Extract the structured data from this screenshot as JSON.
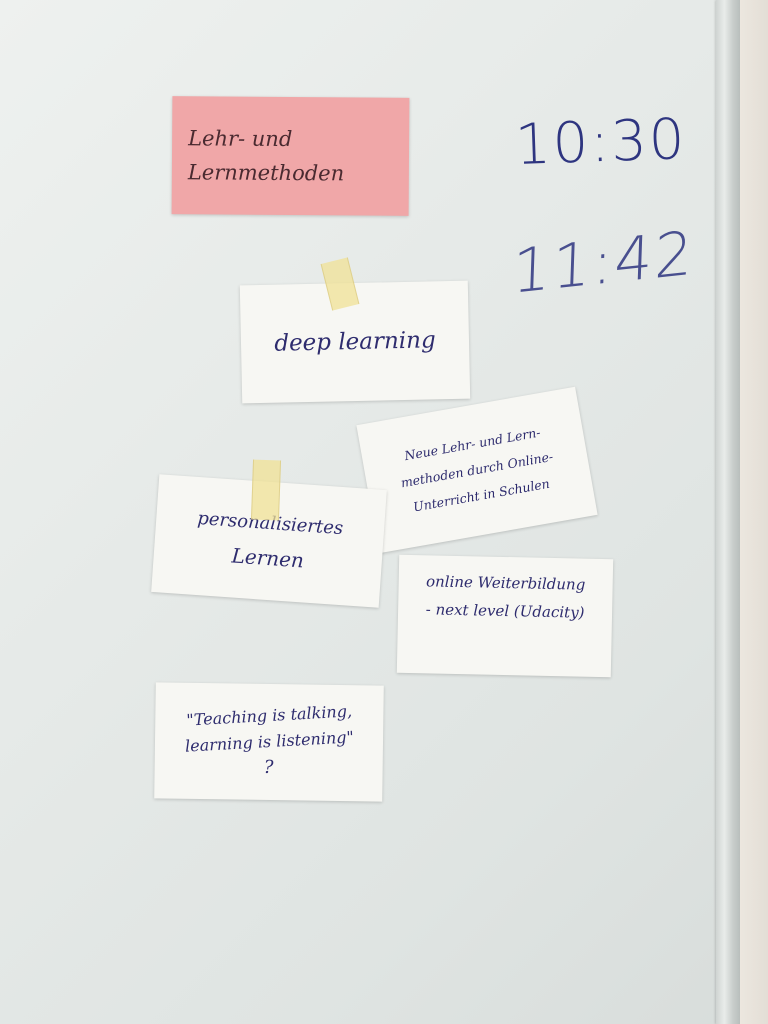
{
  "whiteboard": {
    "times": {
      "time1": "10:30",
      "time2": "11:42"
    },
    "cards": {
      "title": {
        "line1": "Lehr- und",
        "line2": "Lernmethoden"
      },
      "deep": {
        "line1": "deep learning"
      },
      "neue": {
        "line1": "Neue Lehr- und Lern-",
        "line2": "methoden durch Online-",
        "line3": "Unterricht in Schulen"
      },
      "pers": {
        "line1": "personalisiertes",
        "line2": "Lernen"
      },
      "online": {
        "line1": "online Weiterbildung",
        "line2": "- next level (Udacity)"
      },
      "quote": {
        "line1": "\"Teaching is talking,",
        "line2": "learning is listening\"",
        "line3": "?"
      }
    }
  }
}
